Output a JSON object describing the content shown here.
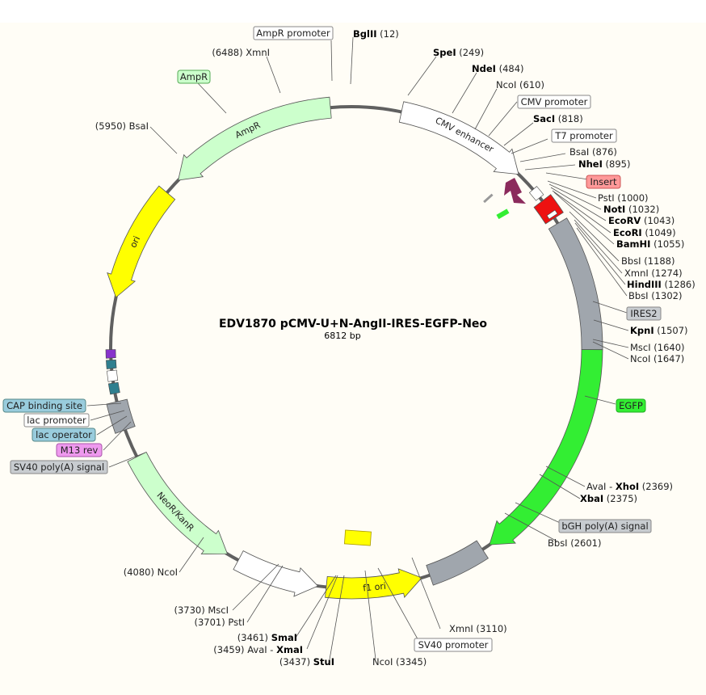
{
  "title": "EDV1870 pCMV-U+N-AngII-IRES-EGFP-Neo",
  "size": "6812",
  "size_unit": "bp",
  "colors": {
    "backbone": "#606060",
    "ampr": "#ccffcc",
    "ori": "#ffff00",
    "egfp": "#33ee33",
    "grey": "#a0a6ad",
    "insert": "#ee1111",
    "cap": "#2f7f8f",
    "m13": "#8833cc",
    "white": "#ffffff",
    "arrow_purple": "#8b2a5c"
  },
  "features": [
    {
      "id": "cmv-enhancer",
      "name": "CMV enhancer",
      "type": "white-arrow"
    },
    {
      "id": "insert",
      "name": "Insert",
      "type": "red-block"
    },
    {
      "id": "ires2",
      "name": "IRES2",
      "type": "grey-block"
    },
    {
      "id": "egfp",
      "name": "EGFP",
      "type": "green-arrow"
    },
    {
      "id": "bgh",
      "name": "bGH poly(A) signal",
      "type": "grey-block"
    },
    {
      "id": "f1ori",
      "name": "f1 ori",
      "type": "yellow-arrow"
    },
    {
      "id": "sv40promoter",
      "name": "SV40 promoter",
      "type": "white-arrow"
    },
    {
      "id": "neor",
      "name": "NeoR/KanR",
      "type": "green-arrow"
    },
    {
      "id": "sv40polya",
      "name": "SV40 poly(A) signal",
      "type": "grey-block"
    },
    {
      "id": "ori",
      "name": "ori",
      "type": "yellow-arrow"
    },
    {
      "id": "ampr",
      "name": "AmpR",
      "type": "green-arrow"
    }
  ],
  "labels": [
    {
      "id": "ampr-promoter",
      "text": "AmpR promoter",
      "boxed": true
    },
    {
      "id": "bglii",
      "enzyme": "BglII",
      "pos": "(12)",
      "bold": true
    },
    {
      "id": "xmni-6488",
      "enzyme": "XmnI",
      "pos": "(6488)"
    },
    {
      "id": "ampr-label",
      "text": "AmpR",
      "boxed": true
    },
    {
      "id": "spei",
      "enzyme": "SpeI",
      "pos": "(249)",
      "bold": true
    },
    {
      "id": "ndei",
      "enzyme": "NdeI",
      "pos": "(484)",
      "bold": true
    },
    {
      "id": "ncoi-610",
      "enzyme": "NcoI",
      "pos": "(610)"
    },
    {
      "id": "cmv-promoter",
      "text": "CMV promoter",
      "boxed": true
    },
    {
      "id": "saci",
      "enzyme": "SacI",
      "pos": "(818)",
      "bold": true
    },
    {
      "id": "t7-promoter",
      "text": "T7 promoter",
      "boxed": true
    },
    {
      "id": "bsai-876",
      "enzyme": "BsaI",
      "pos": "(876)"
    },
    {
      "id": "nhei",
      "enzyme": "NheI",
      "pos": "(895)",
      "bold": true
    },
    {
      "id": "insert-label",
      "text": "Insert",
      "boxed": true
    },
    {
      "id": "psti-1000",
      "enzyme": "PstI",
      "pos": "(1000)"
    },
    {
      "id": "noti",
      "enzyme": "NotI",
      "pos": "(1032)",
      "bold": true
    },
    {
      "id": "ecorv",
      "enzyme": "EcoRV",
      "pos": "(1043)",
      "bold": true
    },
    {
      "id": "ecori",
      "enzyme": "EcoRI",
      "pos": "(1049)",
      "bold": true
    },
    {
      "id": "bamhi",
      "enzyme": "BamHI",
      "pos": "(1055)",
      "bold": true
    },
    {
      "id": "bbsi-1188",
      "enzyme": "BbsI",
      "pos": "(1188)"
    },
    {
      "id": "xmni-1274",
      "enzyme": "XmnI",
      "pos": "(1274)"
    },
    {
      "id": "hindiii",
      "enzyme": "HindIII",
      "pos": "(1286)",
      "bold": true
    },
    {
      "id": "bbsi-1302",
      "enzyme": "BbsI",
      "pos": "(1302)"
    },
    {
      "id": "ires2-label",
      "text": "IRES2",
      "boxed": true
    },
    {
      "id": "kpni",
      "enzyme": "KpnI",
      "pos": "(1507)",
      "bold": true
    },
    {
      "id": "msci-1640",
      "enzyme": "MscI",
      "pos": "(1640)"
    },
    {
      "id": "ncoi-1647",
      "enzyme": "NcoI",
      "pos": "(1647)"
    },
    {
      "id": "egfp-label",
      "text": "EGFP",
      "boxed": true
    },
    {
      "id": "xhoi",
      "enzyme1": "AvaI",
      "sep": " - ",
      "enzyme": "XhoI",
      "pos": "(2369)",
      "bold": true
    },
    {
      "id": "xbai",
      "enzyme": "XbaI",
      "pos": "(2375)",
      "bold": true
    },
    {
      "id": "bgh-label",
      "text": "bGH poly(A) signal",
      "boxed": true
    },
    {
      "id": "bbsi-2601",
      "enzyme": "BbsI",
      "pos": "(2601)"
    },
    {
      "id": "xmni-3110",
      "enzyme": "XmnI",
      "pos": "(3110)"
    },
    {
      "id": "sv40-promoter-label",
      "text": "SV40 promoter",
      "boxed": true
    },
    {
      "id": "ncoi-3345",
      "enzyme": "NcoI",
      "pos": "(3345)"
    },
    {
      "id": "stui",
      "enzyme": "StuI",
      "pos": "(3437)",
      "bold": true
    },
    {
      "id": "xmai",
      "enzyme1": "AvaI",
      "sep": " - ",
      "enzyme": "XmaI",
      "pos": "(3459)",
      "bold": true
    },
    {
      "id": "smai",
      "enzyme": "SmaI",
      "pos": "(3461)",
      "bold": true
    },
    {
      "id": "psti-3701",
      "enzyme": "PstI",
      "pos": "(3701)"
    },
    {
      "id": "msci-3730",
      "enzyme": "MscI",
      "pos": "(3730)"
    },
    {
      "id": "ncoi-4080",
      "enzyme": "NcoI",
      "pos": "(4080)"
    },
    {
      "id": "sv40polya-label",
      "text": "SV40 poly(A) signal",
      "boxed": true
    },
    {
      "id": "m13rev",
      "text": "M13 rev",
      "boxed": true
    },
    {
      "id": "lac-operator",
      "text": "lac operator",
      "boxed": true
    },
    {
      "id": "lac-promoter",
      "text": "lac promoter",
      "boxed": true
    },
    {
      "id": "cap-site",
      "text": "CAP binding site",
      "boxed": true
    },
    {
      "id": "bsai-5950",
      "enzyme": "BsaI",
      "pos": "(5950)"
    }
  ]
}
